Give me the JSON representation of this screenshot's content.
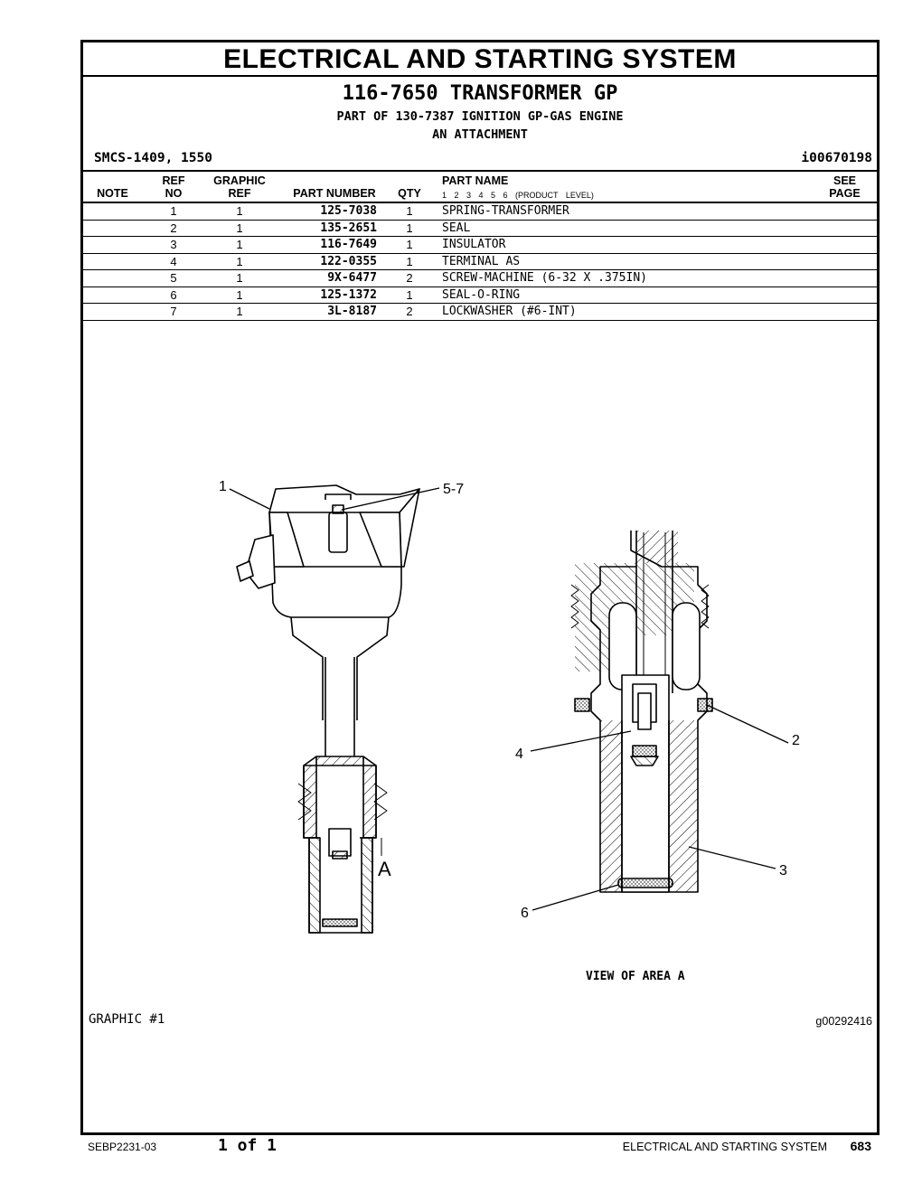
{
  "section_title": "ELECTRICAL AND STARTING SYSTEM",
  "group": {
    "title": "116-7650 TRANSFORMER GP",
    "part_of": "PART OF 130-7387 IGNITION GP-GAS ENGINE",
    "attachment": "AN ATTACHMENT",
    "smcs": "SMCS-1409, 1550",
    "ident": "i00670198"
  },
  "table": {
    "headers": {
      "note": "NOTE",
      "ref_top": "REF",
      "ref_bottom": "NO",
      "graphic_top": "GRAPHIC",
      "graphic_bottom": "REF",
      "part_number": "PART NUMBER",
      "qty": "QTY",
      "part_name": "PART NAME",
      "levels": "1 2 3 4 5 6 (PRODUCT LEVEL)",
      "see_top": "SEE",
      "see_bottom": "PAGE"
    },
    "rows": [
      {
        "ref": "1",
        "graphic": "1",
        "part_number": "125-7038",
        "qty": "1",
        "name": "SPRING-TRANSFORMER"
      },
      {
        "ref": "2",
        "graphic": "1",
        "part_number": "135-2651",
        "qty": "1",
        "name": "SEAL"
      },
      {
        "ref": "3",
        "graphic": "1",
        "part_number": "116-7649",
        "qty": "1",
        "name": "INSULATOR"
      },
      {
        "ref": "4",
        "graphic": "1",
        "part_number": "122-0355",
        "qty": "1",
        "name": "TERMINAL AS"
      },
      {
        "ref": "5",
        "graphic": "1",
        "part_number": "9X-6477",
        "qty": "2",
        "name": "SCREW-MACHINE (6-32 X .375IN)"
      },
      {
        "ref": "6",
        "graphic": "1",
        "part_number": "125-1372",
        "qty": "1",
        "name": "SEAL-O-RING"
      },
      {
        "ref": "7",
        "graphic": "1",
        "part_number": "3L-8187",
        "qty": "2",
        "name": "LOCKWASHER (#6-INT)"
      }
    ]
  },
  "graphic": {
    "callouts": {
      "c1": "1",
      "c57": "5-7",
      "c2": "2",
      "c3": "3",
      "c4": "4",
      "c6": "6",
      "area_a": "A"
    },
    "view_label": "VIEW OF AREA A",
    "label": "GRAPHIC #1",
    "id": "g00292416"
  },
  "footer": {
    "doc": "SEBP2231-03",
    "page_of": "1 of 1",
    "section": "ELECTRICAL AND STARTING SYSTEM",
    "page_number": "683"
  }
}
